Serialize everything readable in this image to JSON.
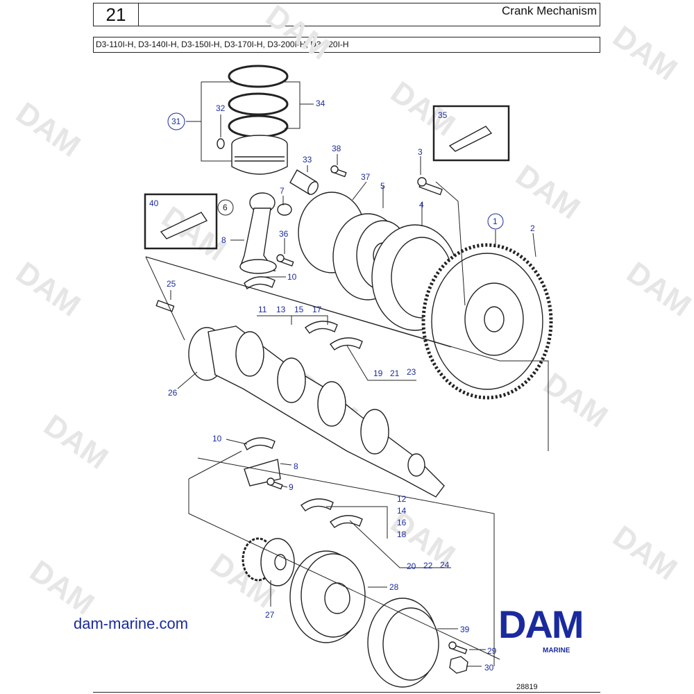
{
  "header": {
    "section_number": "21",
    "title": "Crank Mechanism",
    "models": "D3-110I-H, D3-140I-H, D3-150I-H, D3-170I-H, D3-200I-H, D3-220I-H"
  },
  "watermark": "DAM",
  "callouts": {
    "c1": "1",
    "c2": "2",
    "c3": "3",
    "c4": "4",
    "c5": "5",
    "c6": "6",
    "c7": "7",
    "c8a": "8",
    "c8b": "8",
    "c9": "9",
    "c10a": "10",
    "c10b": "10",
    "c11": "11",
    "c13": "13",
    "c15": "15",
    "c17": "17",
    "c12": "12",
    "c14": "14",
    "c16": "16",
    "c18": "18",
    "c19": "19",
    "c21": "21",
    "c23": "23",
    "c20": "20",
    "c22": "22",
    "c24": "24",
    "c25": "25",
    "c26": "26",
    "c27": "27",
    "c28": "28",
    "c29": "29",
    "c30": "30",
    "c31": "31",
    "c32": "32",
    "c33": "33",
    "c34": "34",
    "c35": "35",
    "c36": "36",
    "c37": "37",
    "c38": "38",
    "c39": "39",
    "c40": "40"
  },
  "footer": {
    "website": "dam-marine.com",
    "logo": "DAM",
    "logo_sub": "MARINE",
    "figure_number": "28819"
  },
  "colors": {
    "callout": "#1a2a9e",
    "line": "#222222",
    "watermark": "#e6e6e6"
  }
}
